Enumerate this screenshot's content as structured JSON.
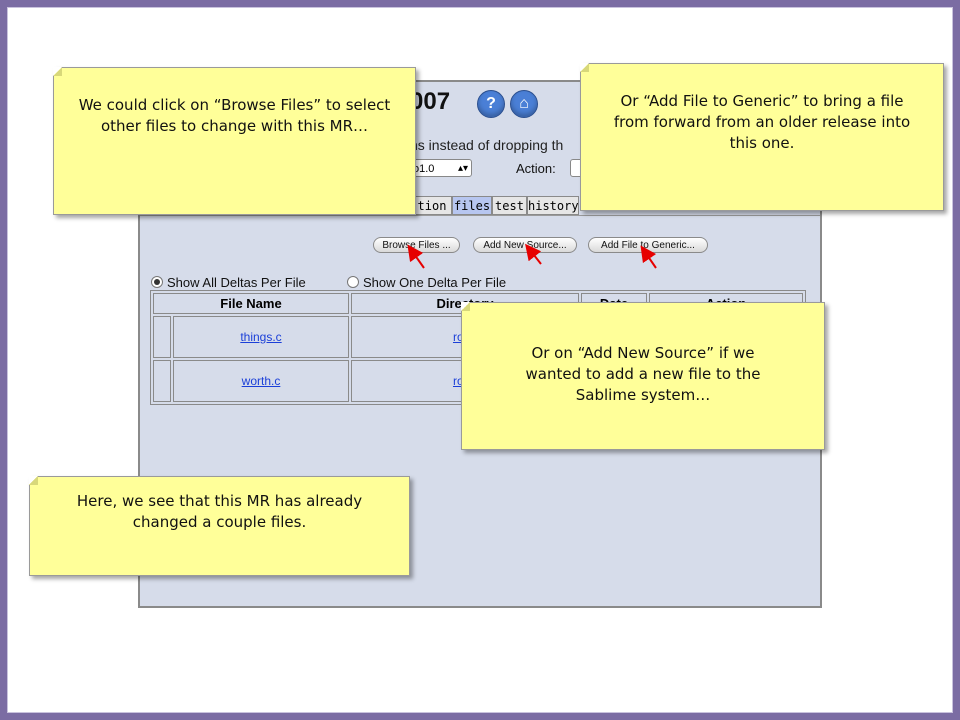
{
  "app": {
    "title_fragment": "007",
    "help_glyph": "?",
    "home_glyph": "⌂",
    "instructions_fragment": "ns instead of dropping th",
    "release_value": "o1.0",
    "action_label": "Action:",
    "tabs": [
      "tion",
      "files",
      "test",
      "history"
    ],
    "buttons": {
      "browse": "Browse Files ...",
      "add_source": "Add New Source...",
      "add_generic": "Add File to Generic..."
    },
    "radios": {
      "all": "Show All Deltas Per File",
      "one": "Show One Delta Per File"
    },
    "table": {
      "headers": [
        "File Name",
        "Directory",
        "Date",
        "Action"
      ],
      "rows": [
        {
          "file": "things.c",
          "dir": "rogo"
        },
        {
          "file": "worth.c",
          "dir": "rogo"
        }
      ]
    }
  },
  "notes": {
    "browse": "We could click on “Browse Files” to select other files to change with this MR…",
    "generic": "Or “Add File to Generic” to bring a file from forward from an older release into this one.",
    "source": "Or on “Add New Source” if we wanted to add a new file to the Sablime system…",
    "changed": "Here, we see that this MR has already changed a couple files."
  },
  "colors": {
    "frame": "#7b6ca3",
    "note_bg": "#ffff99",
    "arrow": "#e60000",
    "link": "#1b3fd8",
    "active_tab": "#b7c6f0"
  },
  "icons": {
    "help": "help-icon",
    "home": "home-icon",
    "arrow": "red-arrow-icon"
  }
}
